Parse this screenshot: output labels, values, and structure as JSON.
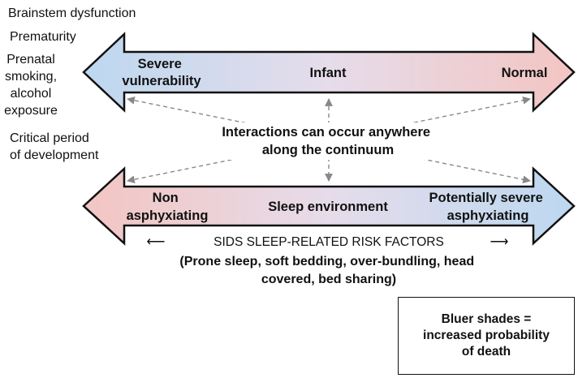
{
  "factors": [
    "Brainstem dysfunction",
    "Prematurity",
    "Prenatal",
    "smoking,",
    "alcohol",
    "exposure",
    "Critical period",
    "of development"
  ],
  "top_arrow": {
    "left_label": [
      "Severe",
      "vulnerability"
    ],
    "center_label": "Infant",
    "right_label": "Normal"
  },
  "interaction_text": [
    "Interactions can occur anywhere",
    "along the continuum"
  ],
  "bottom_arrow": {
    "left_label": [
      "Non",
      "asphyxiating"
    ],
    "center_label": "Sleep environment",
    "right_label": [
      "Potentially severe",
      "asphyxiating"
    ]
  },
  "risk_factors": {
    "title": "SIDS SLEEP-RELATED RISK FACTORS",
    "arrow_left": "⟵",
    "arrow_right": "⟶",
    "detail": [
      "(Prone sleep, soft bedding, over-bundling, head",
      "covered, bed sharing)"
    ]
  },
  "legend": [
    "Bluer shades =",
    "increased probability",
    "of death"
  ],
  "colors": {
    "blue": "#bcd8f0",
    "pink": "#f3c5c2",
    "outline": "#111111",
    "dashed": "#888888"
  }
}
